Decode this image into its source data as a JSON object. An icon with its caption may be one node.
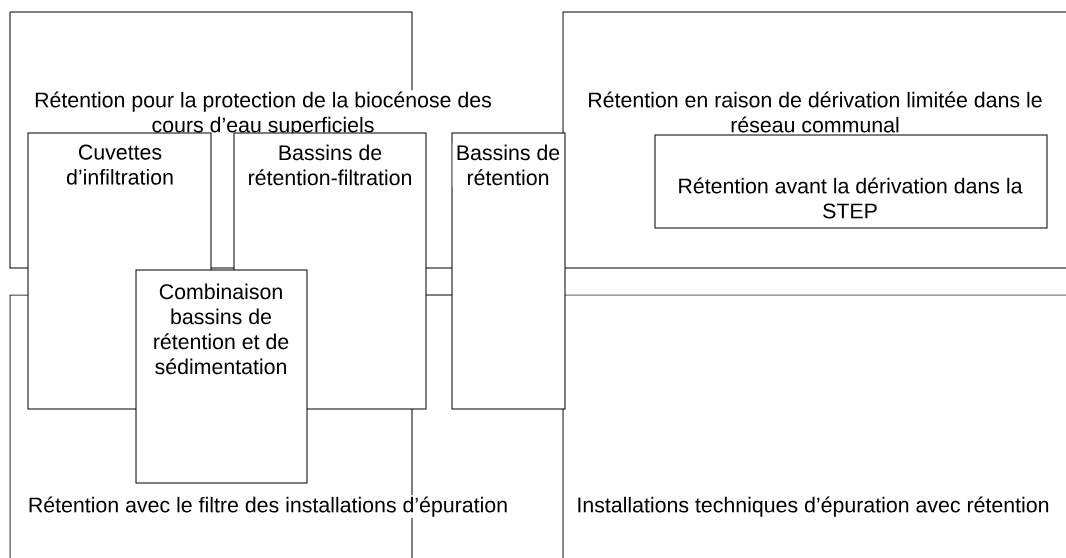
{
  "diagram": {
    "nodes": [
      {
        "text": [
          "Rétention pour la protection de la biocénose des cours d’eau superficiels"
        ]
      },
      {
        "text": [
          "Rétention en raison de dérivation limitée dans le réseau communal"
        ]
      },
      {
        "text": [
          "Cuvettes d’infiltration"
        ]
      },
      {
        "text": [
          "Bassins de rétention-filtration"
        ]
      },
      {
        "text": [
          "Bassins de rétention"
        ]
      },
      {
        "text": [
          "Rétention avant la dérivation dans la STEP"
        ],
        "in": 1
      },
      {
        "text": [
          "Combinaison bassins de rétention et de sédimentation"
        ]
      },
      {
        "text": [
          "Rétention avec le filtre des installations d’épuration"
        ]
      },
      {
        "text": [
          "Installations techniques d’épuration avec rétention"
        ]
      }
    ]
  }
}
